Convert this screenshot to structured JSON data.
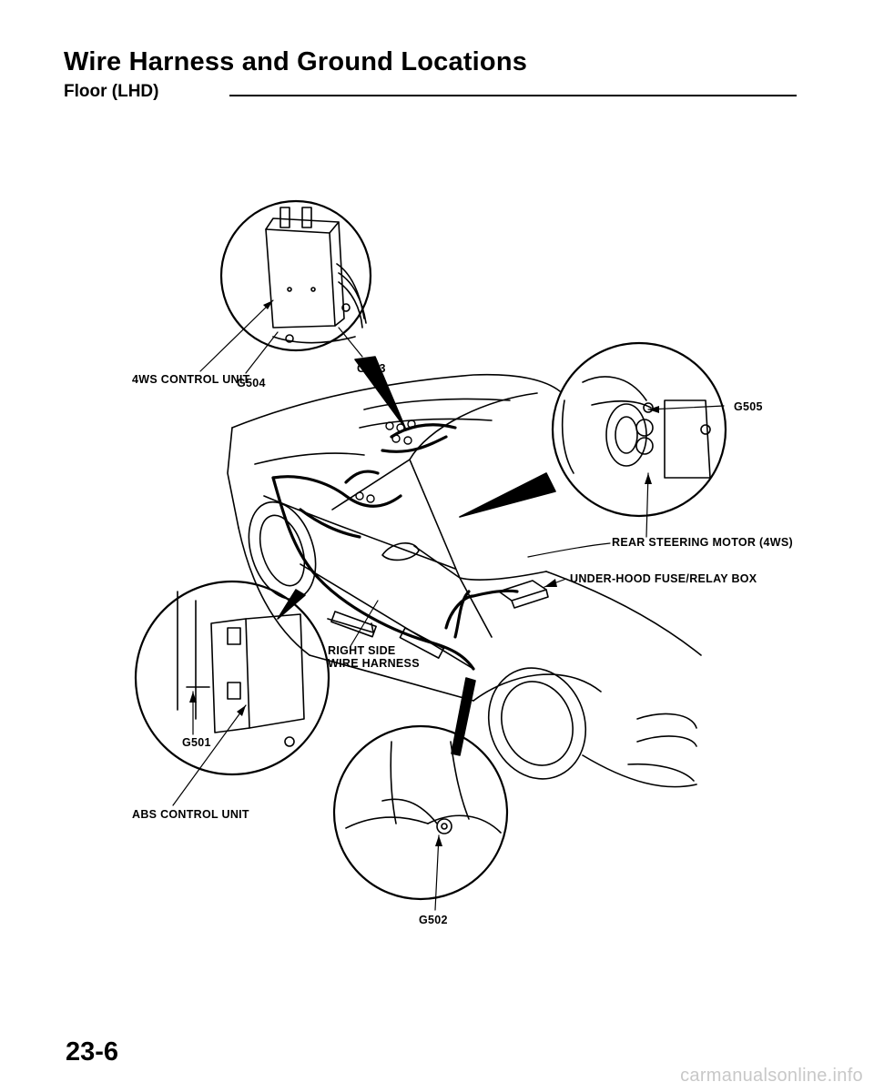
{
  "header": {
    "title": "Wire Harness and Ground Locations",
    "subtitle": "Floor (LHD)"
  },
  "labels": {
    "control_unit_4ws": "4WS CONTROL UNIT",
    "g504": "G504",
    "g503": "G503",
    "g505": "G505",
    "rear_steering_motor": "REAR STEERING MOTOR (4WS)",
    "underhood_box": "UNDER-HOOD FUSE/RELAY BOX",
    "right_side_harness_1": "RIGHT SIDE",
    "right_side_harness_2": "WIRE HARNESS",
    "g501": "G501",
    "abs_control_unit": "ABS CONTROL UNIT",
    "g502": "G502"
  },
  "footer": {
    "page_number": "23-6",
    "watermark": "carmanualsonline.info"
  }
}
